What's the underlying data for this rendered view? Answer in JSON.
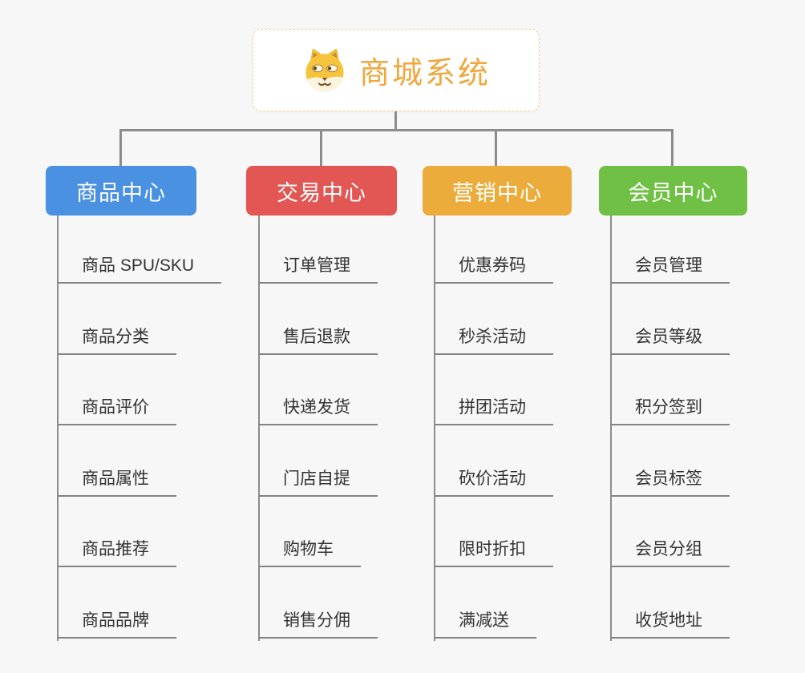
{
  "root": {
    "title": "商城系统",
    "icon": "dog-face",
    "text_color": "#f0a73d",
    "border_color": "#f6cd8c"
  },
  "connector_color": "#8c8c8c",
  "underline_color": "#848484",
  "background_color": "#f7f7f7",
  "branches": [
    {
      "label": "商品中心",
      "color": "#4b91e2",
      "items": [
        "商品 SPU/SKU",
        "商品分类",
        "商品评价",
        "商品属性",
        "商品推荐",
        "商品品牌"
      ]
    },
    {
      "label": "交易中心",
      "color": "#e25754",
      "items": [
        "订单管理",
        "售后退款",
        "快递发货",
        "门店自提",
        "购物车",
        "销售分佣"
      ]
    },
    {
      "label": "营销中心",
      "color": "#ebac3b",
      "items": [
        "优惠券码",
        "秒杀活动",
        "拼团活动",
        "砍价活动",
        "限时折扣",
        "满减送"
      ]
    },
    {
      "label": "会员中心",
      "color": "#6fc044",
      "items": [
        "会员管理",
        "会员等级",
        "积分签到",
        "会员标签",
        "会员分组",
        "收货地址"
      ]
    }
  ]
}
